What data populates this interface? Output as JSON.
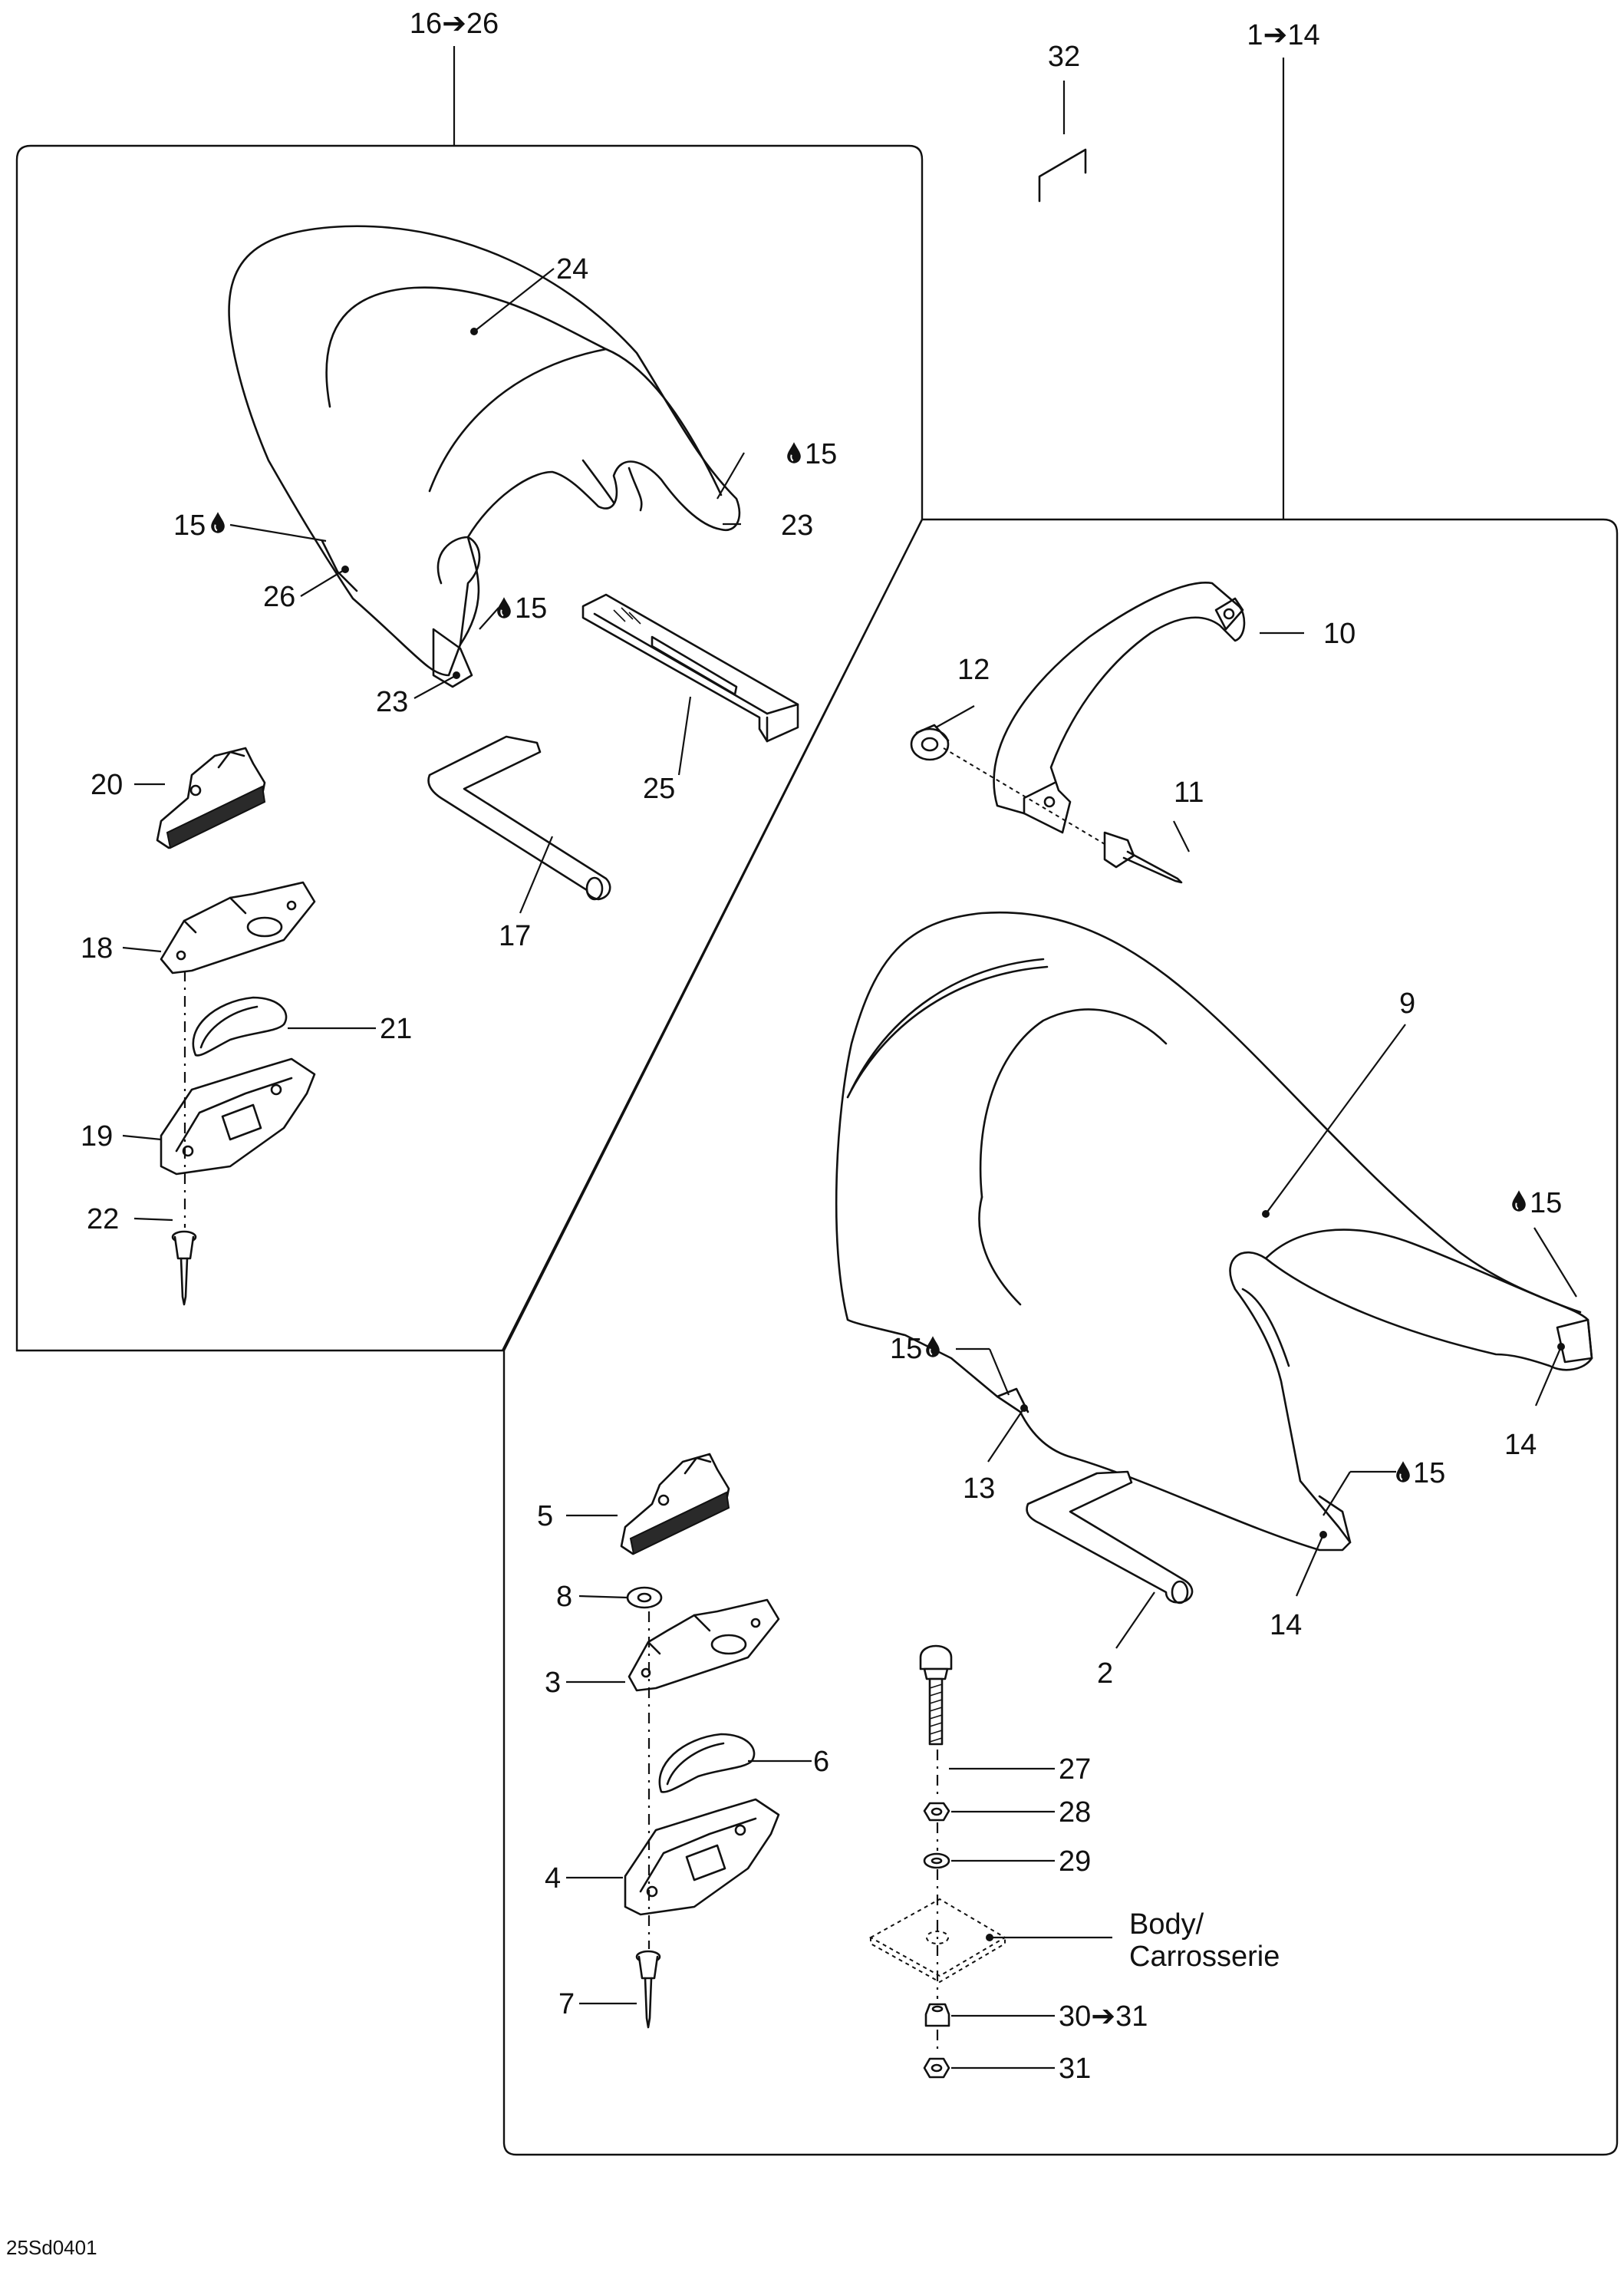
{
  "labels": {
    "group_left": "16➔26",
    "group_right": "1➔14",
    "l32": "32",
    "l24": "24",
    "l15_left_a": "15",
    "l15_left_b": "15",
    "l15_left_c": "15",
    "l23_a": "23",
    "l23_b": "23",
    "l26": "26",
    "l25": "25",
    "l20": "20",
    "l18": "18",
    "l17": "17",
    "l21": "21",
    "l19": "19",
    "l22": "22",
    "l10": "10",
    "l12": "12",
    "l11": "11",
    "l9": "9",
    "l15_right_a": "15",
    "l15_right_b": "15",
    "l15_right_c": "15",
    "l14_a": "14",
    "l14_b": "14",
    "l13": "13",
    "l5": "5",
    "l8": "8",
    "l3": "3",
    "l2": "2",
    "l6": "6",
    "l4": "4",
    "l7": "7",
    "l27": "27",
    "l28": "28",
    "l29": "29",
    "body_en": "Body/",
    "body_fr": "Carrosserie",
    "l30": "30➔31",
    "l31": "31"
  },
  "footer": {
    "code": "25Sd0401"
  },
  "icons": {
    "drop": "drop-icon"
  }
}
